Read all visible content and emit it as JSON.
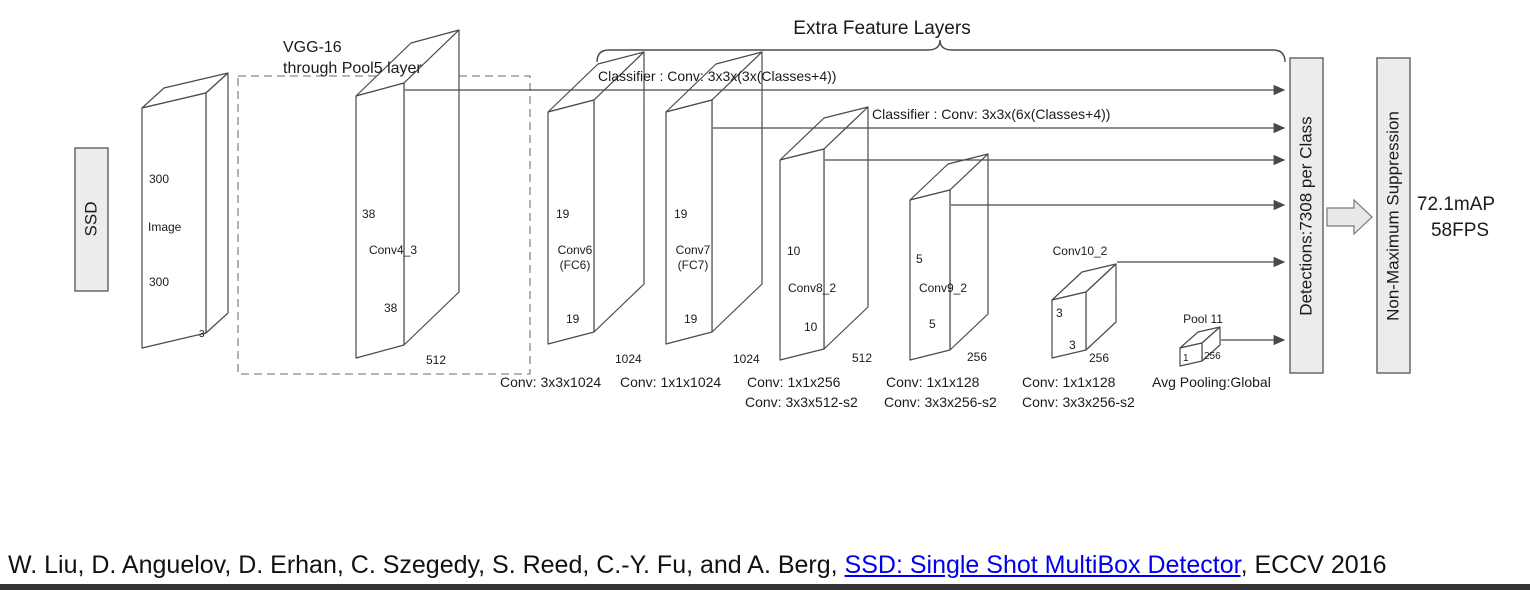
{
  "diagram": {
    "ssd_label": "SSD",
    "image_layer": {
      "dim_top": "300",
      "name": "Image",
      "dim_bottom": "300",
      "depth": "3"
    },
    "vgg_note": {
      "line1": "VGG-16",
      "line2": "through Pool5 layer"
    },
    "extra_feature_layers_title": "Extra Feature Layers",
    "classifiers": {
      "conv4_3": "Classifier : Conv: 3x3x(3x(Classes+4))",
      "conv7": "Classifier : Conv: 3x3x(6x(Classes+4))"
    },
    "layers": {
      "conv4_3": {
        "height": "38",
        "name": "Conv4_3",
        "width": "38",
        "channels": "512"
      },
      "conv6": {
        "height": "19",
        "name": "Conv6",
        "name2": "(FC6)",
        "width": "19",
        "channels": "1024",
        "op": "Conv: 3x3x1024"
      },
      "conv7": {
        "height": "19",
        "name": "Conv7",
        "name2": "(FC7)",
        "width": "19",
        "channels": "1024",
        "op": "Conv: 1x1x1024"
      },
      "conv8_2": {
        "height": "10",
        "name": "Conv8_2",
        "width": "10",
        "channels": "512",
        "op1": "Conv: 1x1x256",
        "op2": "Conv: 3x3x512-s2"
      },
      "conv9_2": {
        "height": "5",
        "name": "Conv9_2",
        "width": "5",
        "channels": "256",
        "op1": "Conv: 1x1x128",
        "op2": "Conv: 3x3x256-s2"
      },
      "conv10_2": {
        "height": "3",
        "name": "Conv10_2",
        "width": "3",
        "channels": "256",
        "op1": "Conv: 1x1x128",
        "op2": "Conv: 3x3x256-s2"
      },
      "pool11": {
        "name": "Pool 11",
        "size": "1",
        "channels": "256",
        "op": "Avg Pooling:Global"
      }
    },
    "detections_label": "Detections:7308 per Class",
    "nms_label": "Non-Maximum Suppression",
    "performance": {
      "map": "72.1mAP",
      "fps": "58FPS"
    }
  },
  "citation": {
    "prefix": "W. Liu, D. Anguelov, D. Erhan, C. Szegedy, S. Reed, C.-Y. Fu, and A. Berg, ",
    "link_text": "SSD: Single Shot MultiBox Detector",
    "suffix": ", ECCV 2016"
  },
  "colors": {
    "link": "#0000ee",
    "box_fill": "#ececec"
  }
}
